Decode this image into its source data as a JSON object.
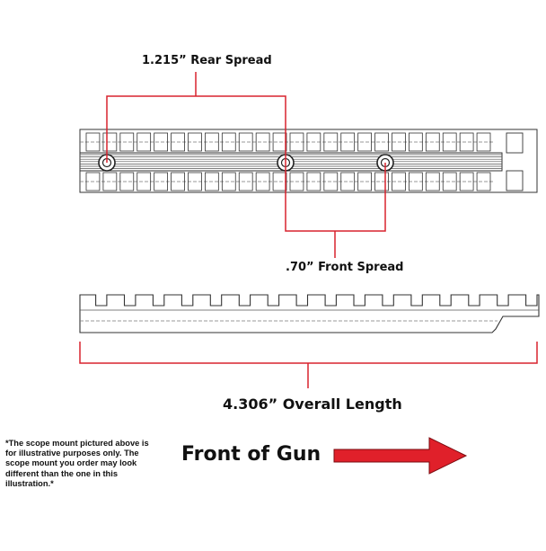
{
  "labels": {
    "rear_spread": "1.215” Rear Spread",
    "front_spread": ".70” Front Spread",
    "overall_length": "4.306” Overall Length",
    "front_of_gun": "Front of Gun",
    "disclaimer": "*The scope mount pictured above is for illustrative purposes only. The scope mount you order may look different than the one in this illustration.*"
  },
  "colors": {
    "dimension_line": "#d9232e",
    "arrow_fill": "#e0202a",
    "arrow_stroke": "#7a0b10",
    "drawing_line": "#333333",
    "channel_fill": "#555555"
  }
}
